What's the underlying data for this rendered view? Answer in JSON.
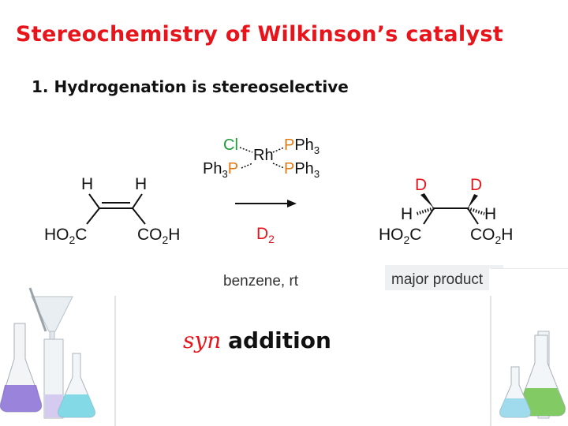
{
  "slide": {
    "title": "Stereochemistry of Wilkinson’s catalyst",
    "subtitle": "1. Hydrogenation is stereoselective",
    "syn_word": "syn",
    "addition_word": "addition"
  },
  "scheme": {
    "reactant": {
      "h_left": "H",
      "h_right": "H",
      "ho2c": "HO",
      "ho2c_sub": "2",
      "ho2c_c": "C",
      "co2h_c": "CO",
      "co2h_sub": "2",
      "co2h_h": "H"
    },
    "catalyst": {
      "cl": "Cl",
      "rh": "Rh",
      "p_right_top": "P",
      "ph3_right_top": "Ph",
      "ph3_right_top_sub": "3",
      "ph3_left": "Ph",
      "ph3_left_sub": "3",
      "p_left": "P",
      "p_right_bottom": "P",
      "ph3_right_bottom": "Ph",
      "ph3_right_bottom_sub": "3"
    },
    "reagent": {
      "d": "D",
      "d_sub": "2"
    },
    "conditions": "benzene, rt",
    "product": {
      "d_left": "D",
      "d_right": "D",
      "h_left": "H",
      "h_right": "H",
      "ho2c": "HO",
      "ho2c_sub": "2",
      "ho2c_c": "C",
      "co2h_c": "CO",
      "co2h_sub": "2",
      "co2h_h": "H"
    },
    "product_label": "major product"
  },
  "colors": {
    "title": "#e8141b",
    "reagent_red": "#e8141b",
    "cl_green": "#1f9a3a",
    "p_orange": "#e07a12",
    "text": "#111111"
  }
}
